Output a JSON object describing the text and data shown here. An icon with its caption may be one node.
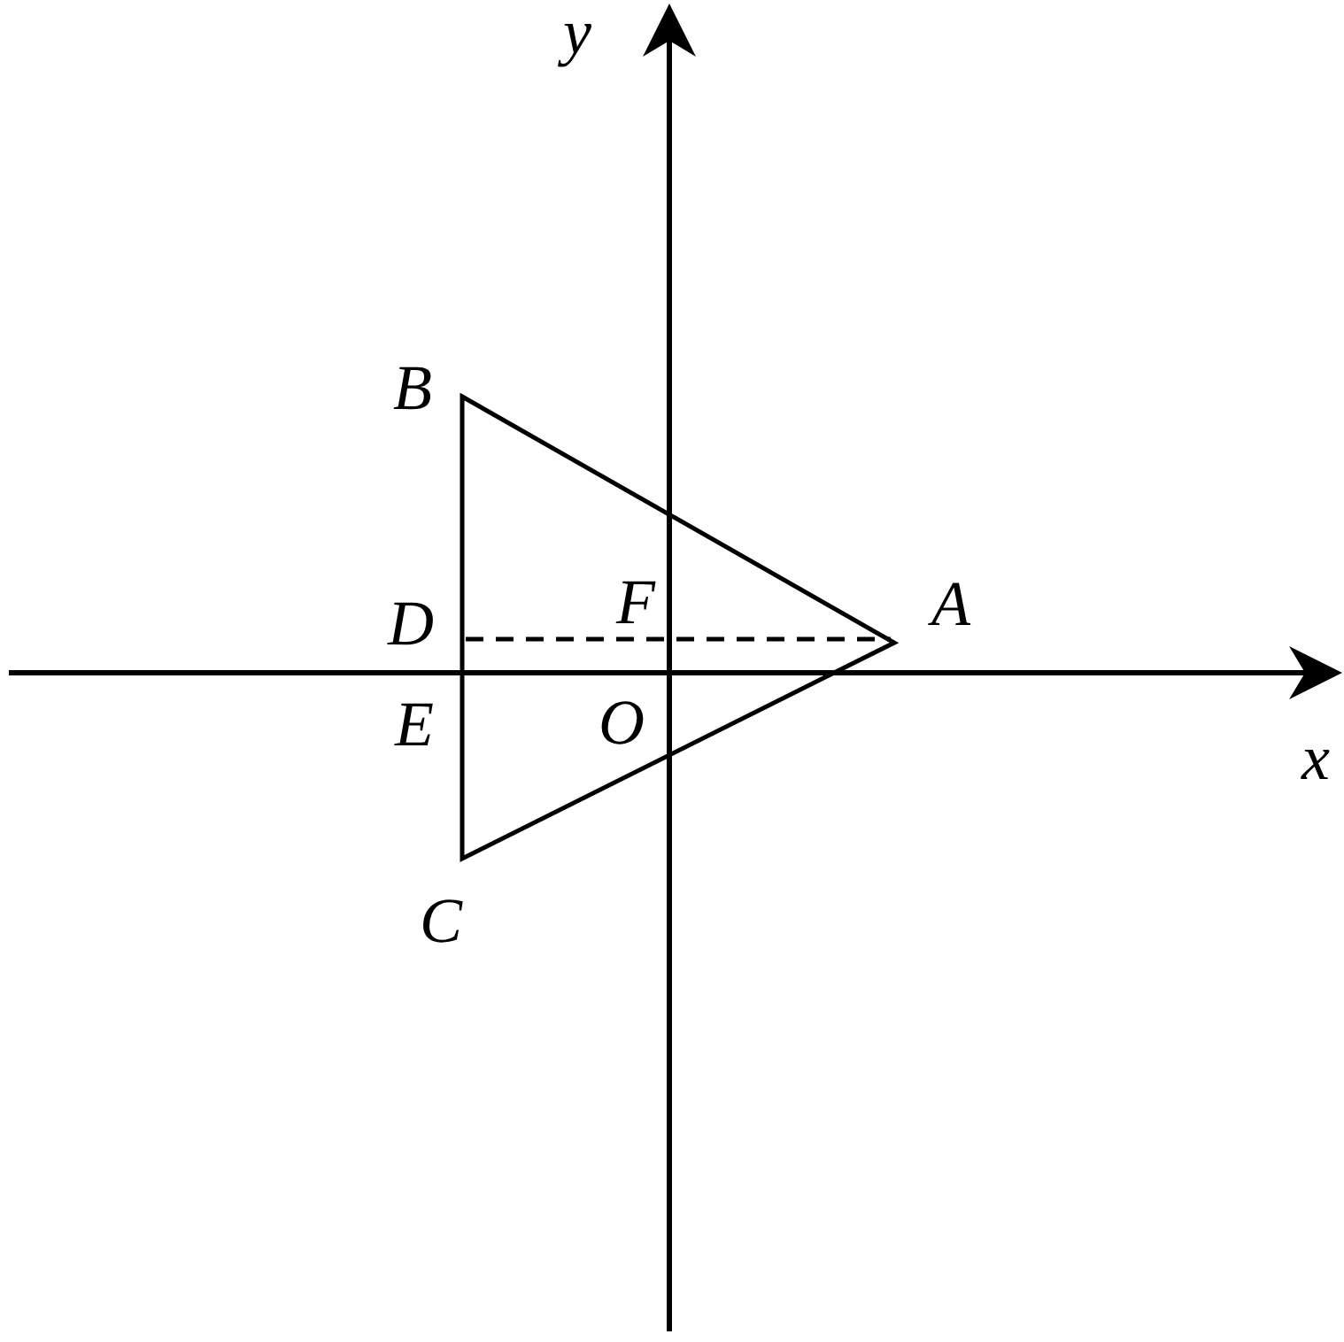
{
  "diagram": {
    "labels": [
      "y",
      "B",
      "D",
      "F",
      "A",
      "E",
      "O",
      "x",
      "C"
    ]
  }
}
